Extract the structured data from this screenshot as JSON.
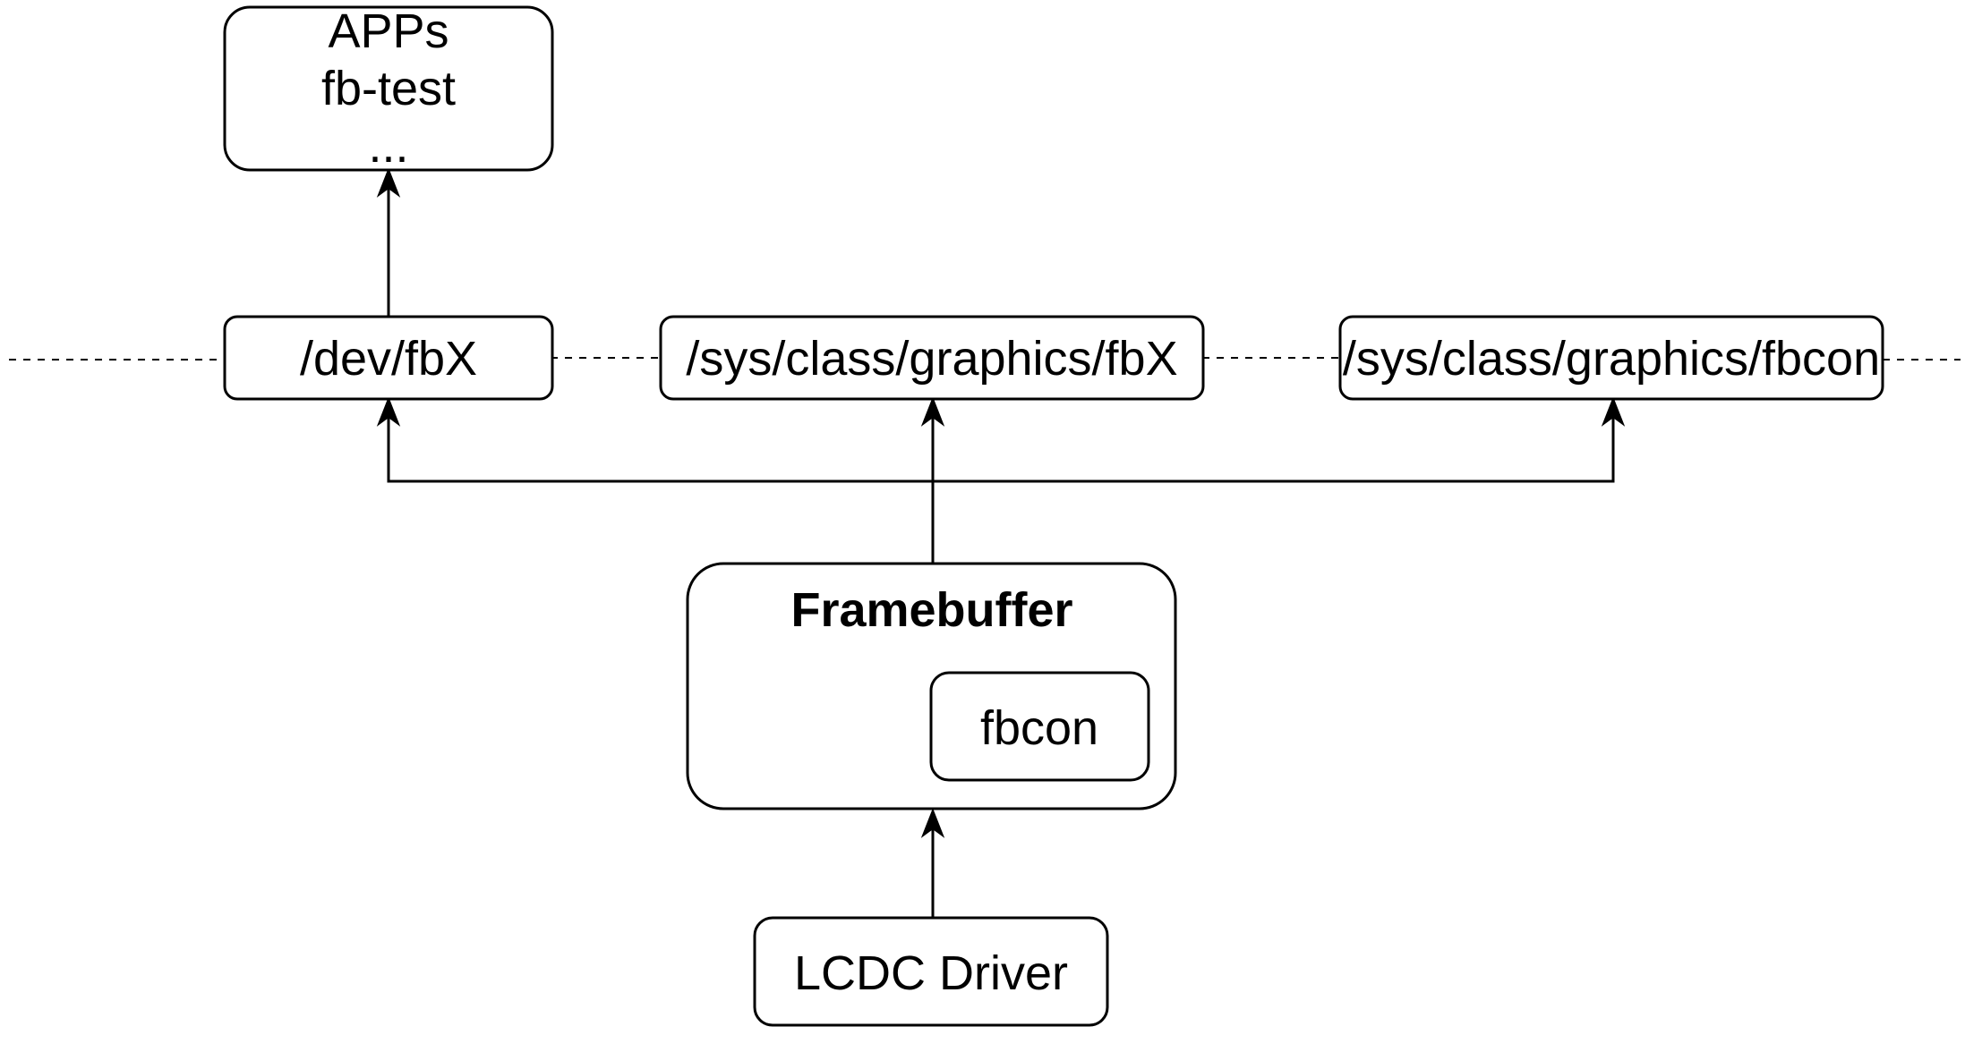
{
  "nodes": {
    "apps": {
      "lines": [
        "APPs",
        "fb-test",
        "..."
      ]
    },
    "dev_fbx": {
      "label": "/dev/fbX"
    },
    "sys_graphics_fbx": {
      "label": "/sys/class/graphics/fbX"
    },
    "sys_graphics_fbcon": {
      "label": "/sys/class/graphics/fbcon"
    },
    "framebuffer": {
      "title": "Framebuffer"
    },
    "fbcon": {
      "label": "fbcon"
    },
    "lcdc_driver": {
      "label": "LCDC Driver"
    }
  },
  "colors": {
    "stroke": "#000000",
    "background": "#ffffff"
  }
}
